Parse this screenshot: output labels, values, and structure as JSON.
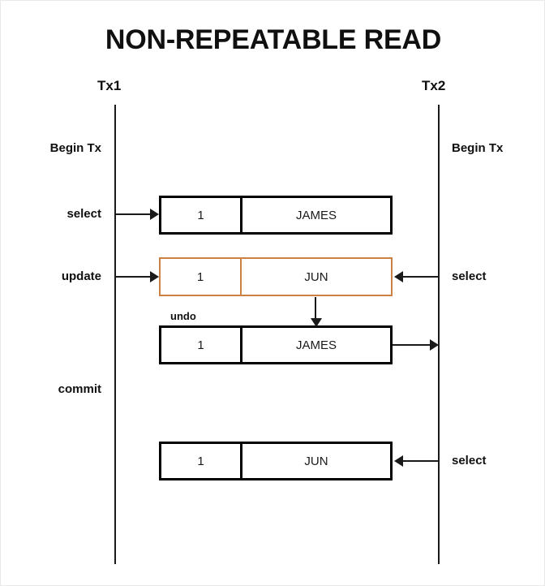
{
  "diagram": {
    "title": "NON-REPEATABLE READ",
    "lanes": [
      {
        "id": "tx1",
        "label": "Tx1"
      },
      {
        "id": "tx2",
        "label": "Tx2"
      }
    ],
    "left_steps": [
      {
        "id": "begin-tx",
        "label": "Begin Tx"
      },
      {
        "id": "select",
        "label": "select"
      },
      {
        "id": "update",
        "label": "update"
      },
      {
        "id": "commit",
        "label": "commit"
      }
    ],
    "right_steps": [
      {
        "id": "begin-tx",
        "label": "Begin Tx"
      },
      {
        "id": "select",
        "label": "select"
      },
      {
        "id": "select",
        "label": "select"
      }
    ],
    "records": [
      {
        "id": "record-1",
        "id_value": "1",
        "name_value": "JAMES",
        "border_color": "#000000",
        "state": "initial"
      },
      {
        "id": "record-2",
        "id_value": "1",
        "name_value": "JUN",
        "border_color": "#cc8144",
        "state": "updated"
      },
      {
        "id": "record-undo",
        "id_value": "1",
        "name_value": "JAMES",
        "border_color": "#000000",
        "state": "undo-snapshot"
      },
      {
        "id": "record-3",
        "id_value": "1",
        "name_value": "JUN",
        "border_color": "#000000",
        "state": "committed"
      }
    ],
    "annotations": [
      {
        "id": "undo",
        "label": "undo"
      }
    ],
    "colors": {
      "accent_orange": "#cc8144",
      "line_black": "#1a1a1a",
      "text": "#101010",
      "background": "#ffffff",
      "canvas_border": "#e9e9e9"
    }
  }
}
